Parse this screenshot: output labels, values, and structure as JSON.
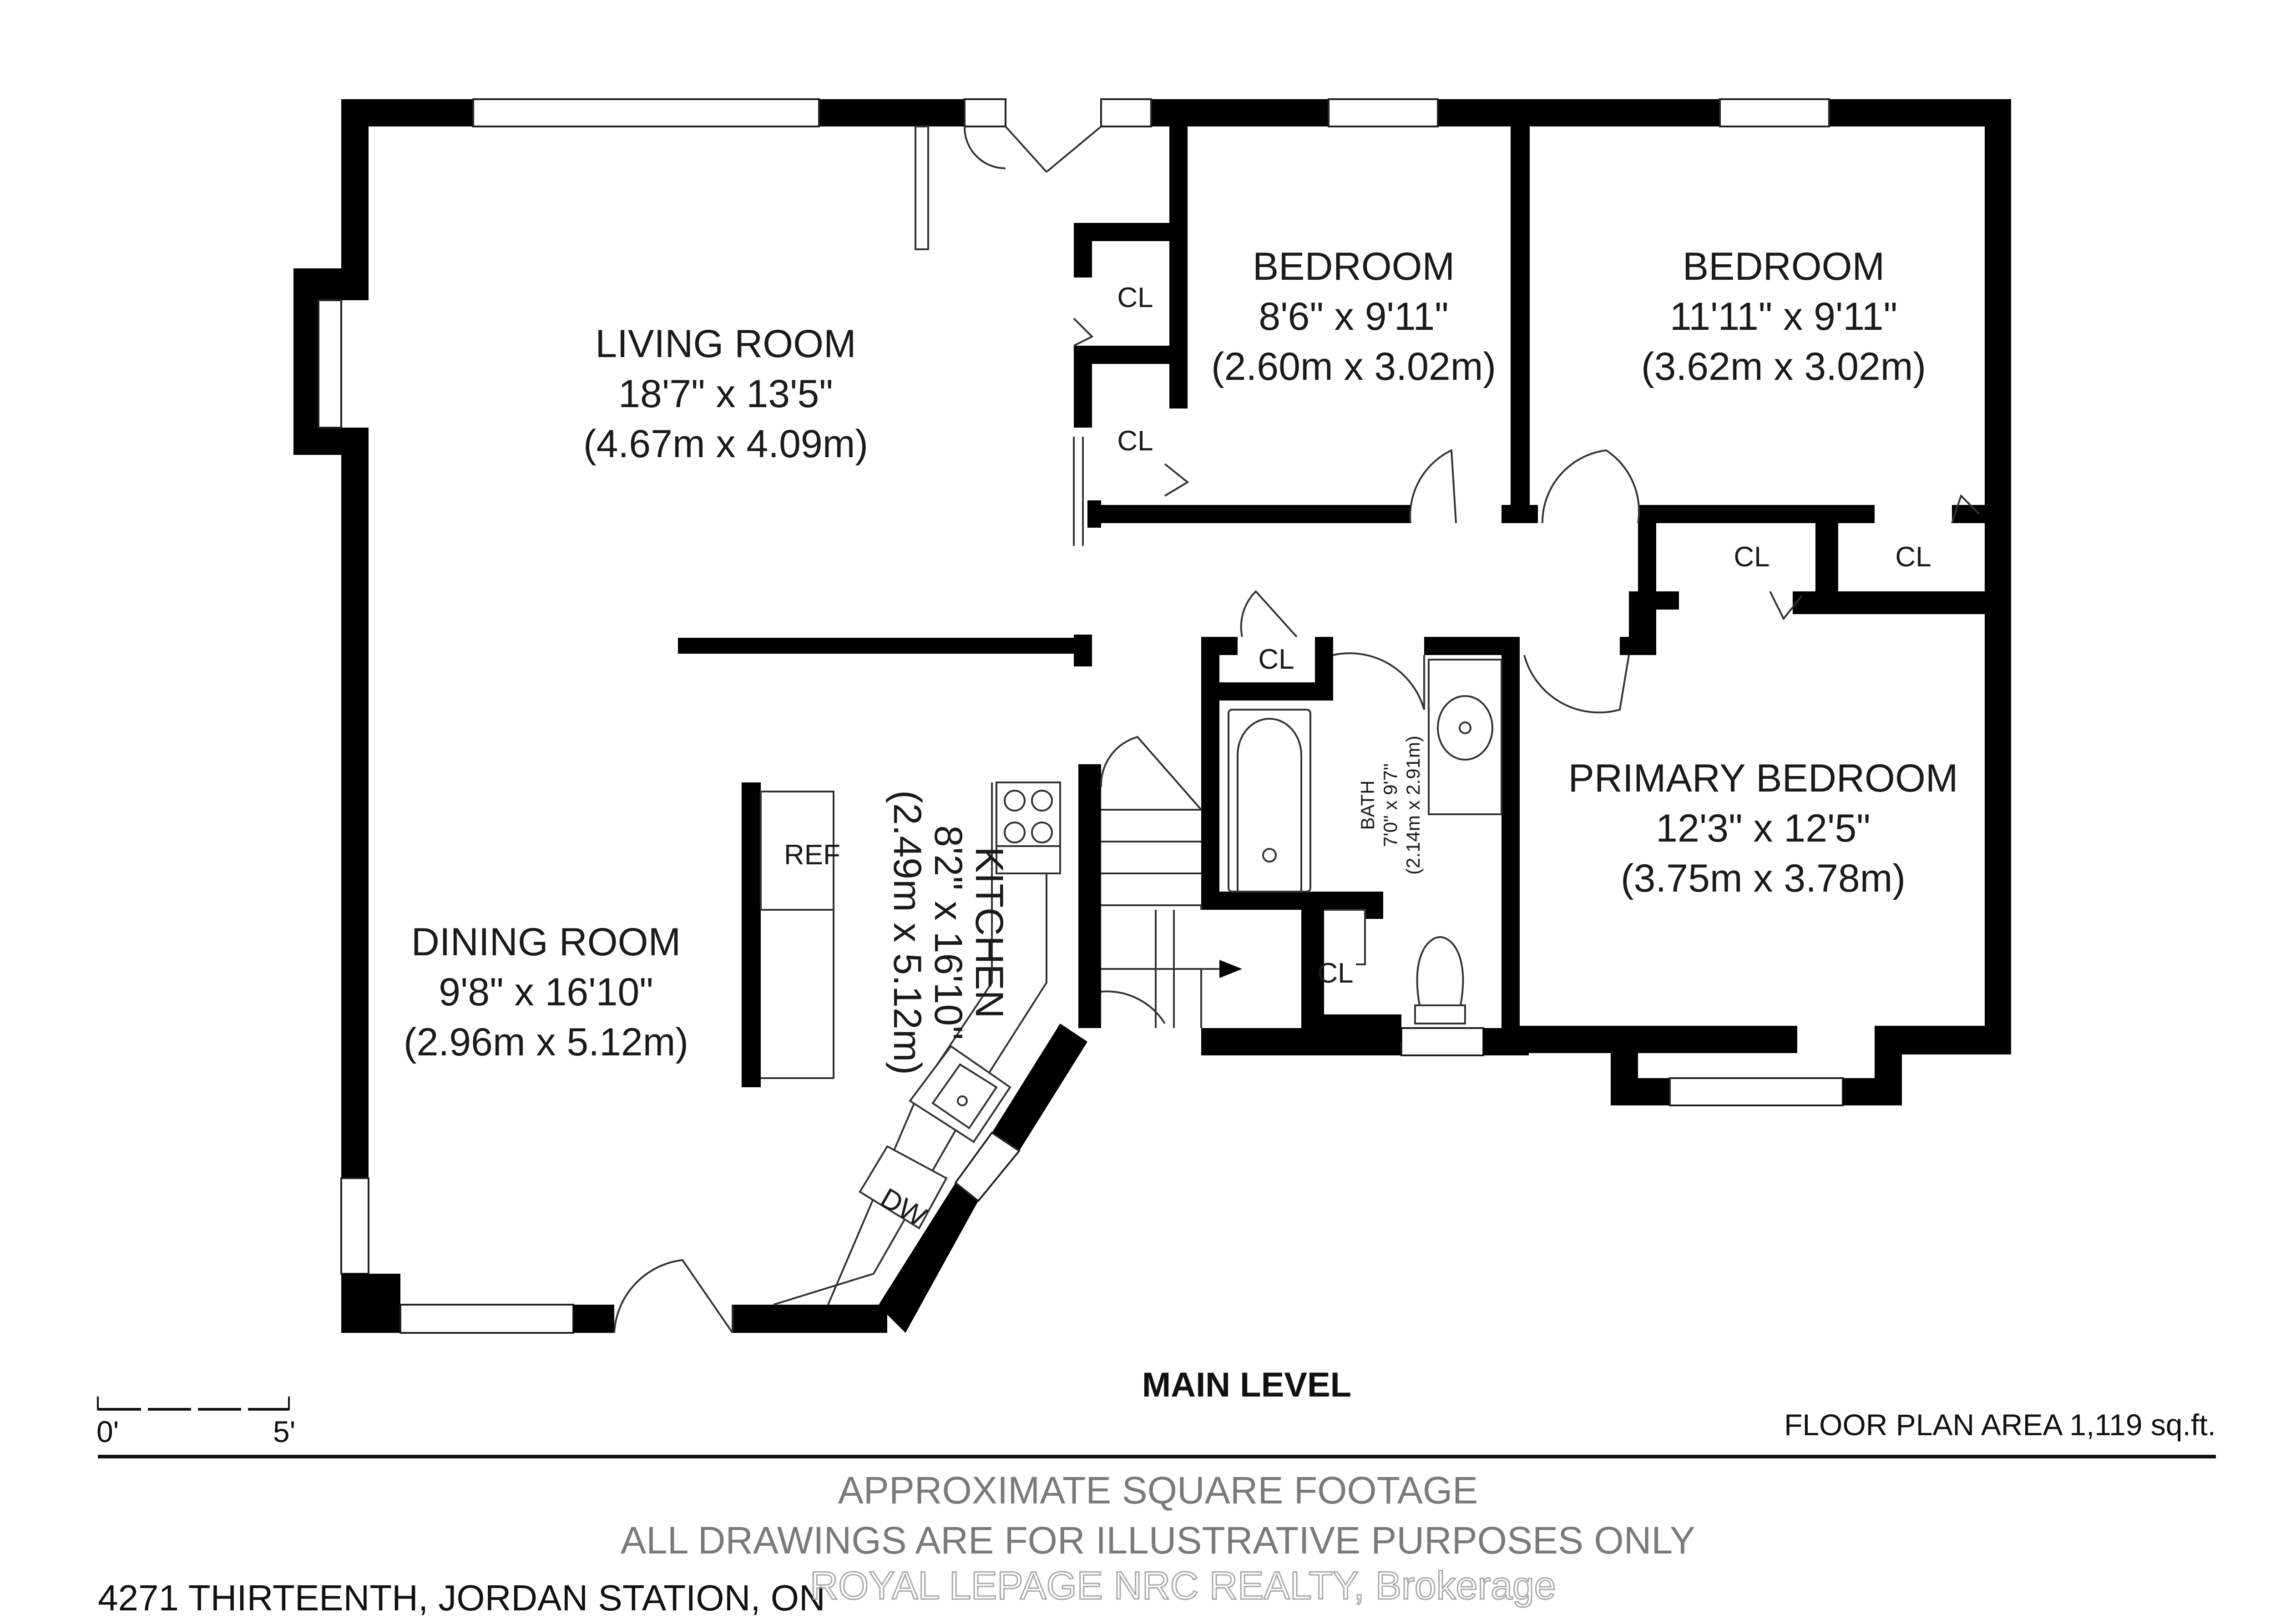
{
  "rooms": {
    "living": {
      "name": "LIVING ROOM",
      "imperial": "18'7\" x 13'5\"",
      "metric": "(4.67m x 4.09m)"
    },
    "bedroom1": {
      "name": "BEDROOM",
      "imperial": "8'6\" x 9'11\"",
      "metric": "(2.60m x 3.02m)"
    },
    "bedroom2": {
      "name": "BEDROOM",
      "imperial": "11'11\" x 9'11\"",
      "metric": "(3.62m x 3.02m)"
    },
    "primary": {
      "name": "PRIMARY BEDROOM",
      "imperial": "12'3\" x 12'5\"",
      "metric": "(3.75m x 3.78m)"
    },
    "dining": {
      "name": "DINING ROOM",
      "imperial": "9'8\" x 16'10\"",
      "metric": "(2.96m x 5.12m)"
    },
    "kitchen": {
      "name": "KITCHEN",
      "imperial": "8'2\" x 16'10\"",
      "metric": "(2.49m x 5.12m)"
    },
    "bath": {
      "name": "BATH",
      "imperial": "7'0\" x 9'7\"",
      "metric": "(2.14m x 2.91m)"
    }
  },
  "fixtures": {
    "closet": "CL",
    "refrigerator": "REF",
    "dishwasher": "DW"
  },
  "plan": {
    "level_title": "MAIN LEVEL",
    "area": "FLOOR PLAN AREA 1,119 sq.ft.",
    "scale_start": "0'",
    "scale_end": "5'"
  },
  "footer": {
    "line1": "APPROXIMATE SQUARE FOOTAGE",
    "line2": "ALL DRAWINGS ARE FOR ILLUSTRATIVE PURPOSES ONLY",
    "address": "4271 THIRTEENTH, JORDAN STATION, ON",
    "brokerage": "ROYAL LEPAGE NRC REALTY, Brokerage"
  },
  "colors": {
    "wall": "#000000",
    "background": "#ffffff",
    "footer_text": "#7a7a7a"
  }
}
